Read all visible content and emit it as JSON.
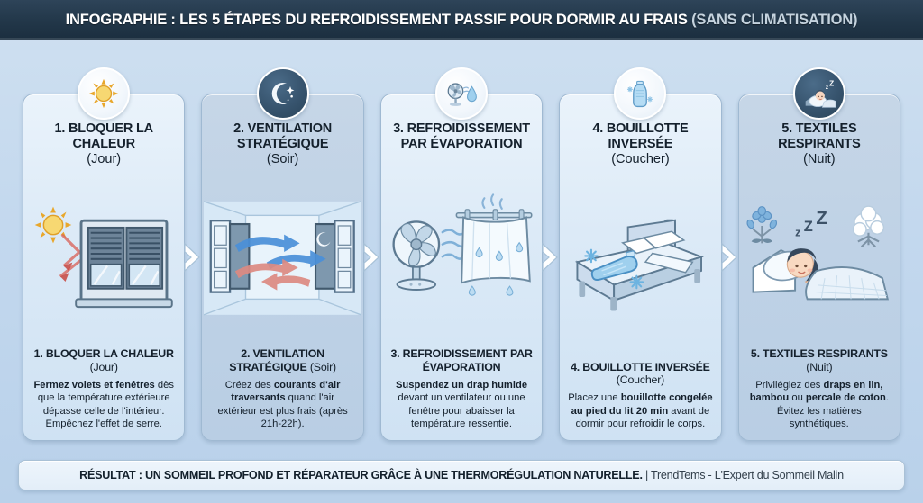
{
  "header": {
    "title_main": "INFOGRAPHIE : LES 5 ÉTAPES DU REFROIDISSEMENT PASSIF POUR DORMIR AU FRAIS",
    "title_sub": "(SANS CLIMATISATION)"
  },
  "colors": {
    "header_bg": "#223749",
    "page_bg": "#c3d8ee",
    "card_bg": "#dceaf7",
    "card_bg_dark": "#bfd2e6",
    "text": "#14202c",
    "accent_warm": "#d9534f",
    "accent_cool": "#4a90d9",
    "sun": "#f5c242",
    "border": "#9fb9d2"
  },
  "cards": [
    {
      "icon": "sun-icon",
      "title_line1": "1. BLOQUER LA",
      "title_line2": "CHALEUR",
      "title_paren": "(Jour)",
      "illustration": "sun-rays-closed-shutters-window",
      "body_head_main": "1. BLOQUER LA CHALEUR",
      "body_head_paren": "(Jour)",
      "body_bold": "Fermez volets et fenêtres",
      "body_rest": " dès que la température extérieure dépasse celle de l'intérieur. Empêchez l'effet de serre.",
      "dark": false
    },
    {
      "icon": "moon-stars-icon",
      "title_line1": "2. VENTILATION",
      "title_line2": "STRATÉGIQUE",
      "title_paren": "(Soir)",
      "illustration": "open-windows-cross-ventilation-arrows",
      "body_head_main": "2. VENTILATION STRATÉGIQUE",
      "body_head_paren": "(Soir)",
      "body_pre": "Créez des ",
      "body_bold": "courants d'air traversants",
      "body_rest": " quand l'air extérieur est plus frais (après 21h-22h).",
      "dark": true
    },
    {
      "icon": "fan-droplet-icon",
      "title_line1": "3. REFROIDISSEMENT",
      "title_line2": "PAR ÉVAPORATION",
      "title_paren": "",
      "illustration": "fan-blowing-wet-hanging-sheet",
      "body_head_main": "3. REFROIDISSEMENT PAR ÉVAPORATION",
      "body_head_paren": "",
      "body_bold": "Suspendez un drap humide",
      "body_rest": " devant un ventilateur ou une fenêtre pour abaisser la température ressentie.",
      "dark": false
    },
    {
      "icon": "frozen-bottle-icon",
      "title_line1": "4. BOUILLOTTE",
      "title_line2": "INVERSÉE",
      "title_paren": "(Coucher)",
      "illustration": "bed-with-frozen-hot-water-bottle",
      "body_head_main": "4. BOUILLOTTE INVERSÉE",
      "body_head_paren": "(Coucher)",
      "body_pre": "Placez une ",
      "body_bold": "bouillotte congelée au pied du lit 20 min",
      "body_rest": " avant de dormir pour refroidir le corps.",
      "dark": false
    },
    {
      "icon": "sleeping-person-icon",
      "title_line1": "5. TEXTILES",
      "title_line2": "RESPIRANTS",
      "title_paren": "(Nuit)",
      "illustration": "sleeping-person-flax-flower-cotton-boll",
      "body_head_main": "5. TEXTILES RESPIRANTS",
      "body_head_paren": "(Nuit)",
      "body_pre": "Privilégiez des ",
      "body_bold": "draps en lin, bambou",
      "body_mid": " ou ",
      "body_bold2": "percale de coton",
      "body_rest": ". Évitez les matières synthétiques.",
      "dark": true
    }
  ],
  "footer": {
    "result_text": "RÉSULTAT : UN SOMMEIL PROFOND ET RÉPARATEUR GRÂCE À UNE THERMORÉGULATION NATURELLE.",
    "brand_text": " | TrendTems - L'Expert du Sommeil Malin"
  }
}
